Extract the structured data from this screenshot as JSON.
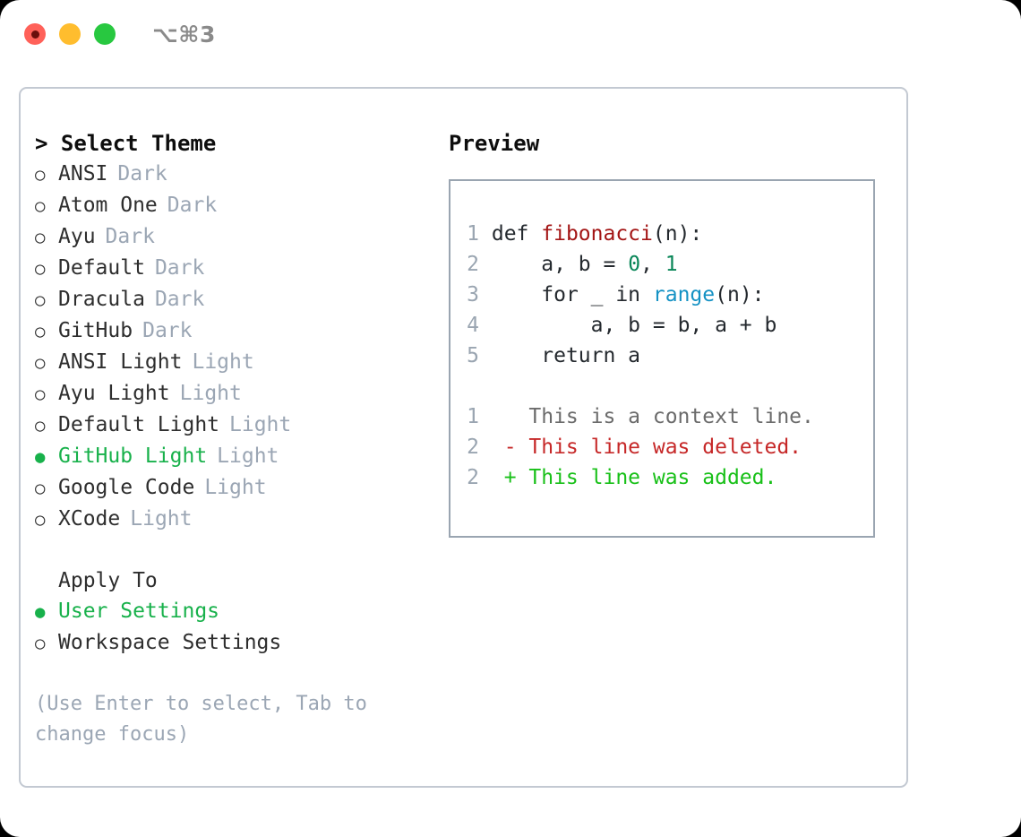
{
  "window": {
    "shortcut_label": "⌥⌘3",
    "traffic_lights": [
      "close-red",
      "minimize-yellow",
      "zoom-green"
    ]
  },
  "theme_list": {
    "header": "> Select Theme",
    "caret": ">",
    "header_text": "Select Theme",
    "selected_marker": "●",
    "unselected_marker": "○",
    "accent_color": "#18b14b",
    "items": [
      {
        "label": "ANSI",
        "tag": "Dark",
        "selected": false
      },
      {
        "label": "Atom One",
        "tag": "Dark",
        "selected": false
      },
      {
        "label": "Ayu",
        "tag": "Dark",
        "selected": false
      },
      {
        "label": "Default",
        "tag": "Dark",
        "selected": false
      },
      {
        "label": "Dracula",
        "tag": "Dark",
        "selected": false
      },
      {
        "label": "GitHub",
        "tag": "Dark",
        "selected": false
      },
      {
        "label": "ANSI Light",
        "tag": "Light",
        "selected": false
      },
      {
        "label": "Ayu Light",
        "tag": "Light",
        "selected": false
      },
      {
        "label": "Default Light",
        "tag": "Light",
        "selected": false
      },
      {
        "label": "GitHub Light",
        "tag": "Light",
        "selected": true
      },
      {
        "label": "Google Code",
        "tag": "Light",
        "selected": false
      },
      {
        "label": "XCode",
        "tag": "Light",
        "selected": false
      }
    ]
  },
  "apply_to": {
    "header": "Apply To",
    "items": [
      {
        "label": "User Settings",
        "selected": true
      },
      {
        "label": "Workspace Settings",
        "selected": false
      }
    ]
  },
  "hint": "(Use Enter to select, Tab to change focus)",
  "preview": {
    "header": "Preview",
    "code_lines": [
      {
        "number": "1",
        "tokens": [
          {
            "text": "def ",
            "type": "plain"
          },
          {
            "text": "fibonacci",
            "type": "func"
          },
          {
            "text": "(n):",
            "type": "plain"
          }
        ]
      },
      {
        "number": "2",
        "tokens": [
          {
            "text": "    a, b = ",
            "type": "plain"
          },
          {
            "text": "0",
            "type": "num"
          },
          {
            "text": ", ",
            "type": "plain"
          },
          {
            "text": "1",
            "type": "num"
          }
        ]
      },
      {
        "number": "3",
        "tokens": [
          {
            "text": "    for _ in ",
            "type": "plain"
          },
          {
            "text": "range",
            "type": "builtin"
          },
          {
            "text": "(n):",
            "type": "plain"
          }
        ]
      },
      {
        "number": "4",
        "tokens": [
          {
            "text": "        a, b = b, a + b",
            "type": "plain"
          }
        ]
      },
      {
        "number": "5",
        "tokens": [
          {
            "text": "    return a",
            "type": "plain"
          }
        ]
      }
    ],
    "diff_lines": [
      {
        "number": "1",
        "marker": " ",
        "text": "This is a context line.",
        "kind": "context"
      },
      {
        "number": "2",
        "marker": "-",
        "text": "This line was deleted.",
        "kind": "del"
      },
      {
        "number": "2",
        "marker": "+",
        "text": "This line was added.",
        "kind": "add"
      }
    ]
  }
}
